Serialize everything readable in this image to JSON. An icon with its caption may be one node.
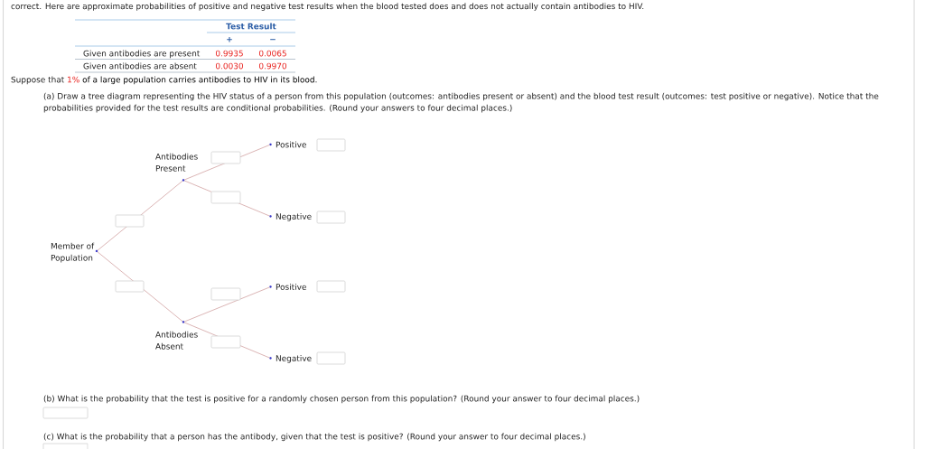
{
  "diagram": {
    "nodes": [
      {
        "text": [
          "Member of Population"
        ]
      },
      {
        "text": [
          "Antibodies Present"
        ]
      },
      {
        "text": [
          "Antibodies Absent"
        ]
      },
      {
        "text": [
          "Positive"
        ]
      },
      {
        "text": [
          "Negative"
        ]
      },
      {
        "text": [
          "Positive"
        ]
      },
      {
        "text": [
          "Negative"
        ]
      }
    ],
    "edges": [
      {
        "from": 0,
        "to": 1,
        "arrow": "none"
      },
      {
        "from": 0,
        "to": 2,
        "arrow": "none"
      },
      {
        "from": 1,
        "to": 3,
        "arrow": "none"
      },
      {
        "from": 1,
        "to": 4,
        "arrow": "none"
      },
      {
        "from": 2,
        "to": 5,
        "arrow": "none"
      },
      {
        "from": 2,
        "to": 6,
        "arrow": "none"
      }
    ],
    "labels": [
      "correct. Here are approximate probabilities of positive and negative test results when the blood tested does and does not actually contain antibodies to HIV.",
      "Test Result",
      "+",
      "−",
      "Given antibodies are present",
      "0.9935",
      "0.0065",
      "Given antibodies are absent",
      "0.0030",
      "0.9970",
      "Suppose that",
      "1%",
      "of a large population carries antibodies to HIV in its blood.",
      "(a) Draw a tree diagram representing the HIV status of a person from this population (outcomes: antibodies present or absent) and the blood test result (outcomes: test positive or negative). Notice that the probabilities provided for the test results are conditional probabilities. (Round your answers to four decimal places.)",
      "(b) What is the probability that the test is positive for a randomly chosen person from this population? (Round your answer to four decimal places.)",
      "(c) What is the probability that a person has the antibody, given that the test is positive? (Round your answer to four decimal places.)"
    ]
  }
}
